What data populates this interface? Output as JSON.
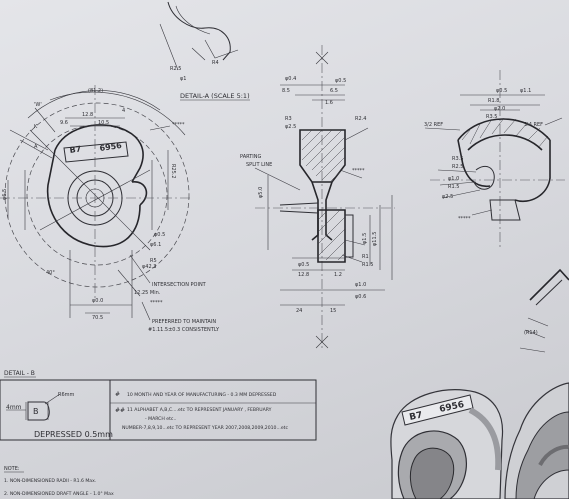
{
  "detail_a": {
    "title": "DETAIL-A (SCALE 5:1)"
  },
  "detail_b": {
    "title": "DETAIL - B",
    "width": "4mm",
    "letter": "B",
    "radius": "R6mm",
    "depressed": "DEPRESSED 0.5mm"
  },
  "stamp": {
    "code": "B7",
    "number": "6956"
  },
  "legend": {
    "row1": {
      "symbol": "#",
      "text": "10 MONTH AND YEAR OF MANUFACTURING - 0.3 MM DEPRESSED"
    },
    "row2": {
      "symbol": "##",
      "line1": "11 ALPHABET A,B,C....etc TO REPRESENT JANUARY , FEBRUARY",
      "line2": "- MARCH etc..",
      "line3": "NUMBER-7,8,9,10...etc TO REPRESENT YEAR 2007,2008,2009,2010...etc"
    }
  },
  "notes": {
    "title": "NOTE:",
    "items": [
      "1. NON-DIMENSIONED RADII - R1.6 Max.",
      "2. NON-DIMENSIONED DRAFT ANGLE - 1.0° Max"
    ]
  },
  "callouts": {
    "intersection": "INTERSECTION POINT",
    "dim_min": "12.25 Min.",
    "preferred_1": "PREFERRED TO MAINTAIN",
    "preferred_2": "#1.11.5±0.3 CONSISTENTLY",
    "stars": "*****",
    "split_line": "SPLIT LINE",
    "parting": "PARTING",
    "ref": "(R14)",
    "w_mark": "'W'",
    "section_k": "K",
    "section_a": "A",
    "dim_ref": "(81.2)",
    "r_ref": "3/2 REF",
    "r_max": "3.4 REF"
  },
  "dims": {
    "left_top": [
      "12.8",
      "10.5",
      "9.6",
      "4",
      "R25.2"
    ],
    "left_bottom": [
      "40°",
      "R5",
      "φ42.3",
      "φ6.1",
      "φ0.5"
    ],
    "bottom_row": [
      "φ0.0",
      "70.5",
      "φ6.5"
    ],
    "center_top": [
      "φ0.4",
      "8.5",
      "6.5",
      "φ0.5",
      "1.6",
      "R3",
      "φ2.5",
      "R2.4"
    ],
    "center_mid": [
      "φ5.0",
      "φ1.5",
      "φ11.5",
      "R1",
      "R1.5"
    ],
    "center_bottom": [
      "φ0.5",
      "12.8",
      "1.2",
      "φ1.0",
      "φ0.6",
      "24",
      "15"
    ],
    "right_top": [
      "φ0.5",
      "φ1.1",
      "R1.8",
      "φ2.0",
      "R3.5"
    ],
    "right_mid": [
      "R3.5",
      "R2.5",
      "φ1.0",
      "R1.5",
      "φ2.5"
    ]
  }
}
